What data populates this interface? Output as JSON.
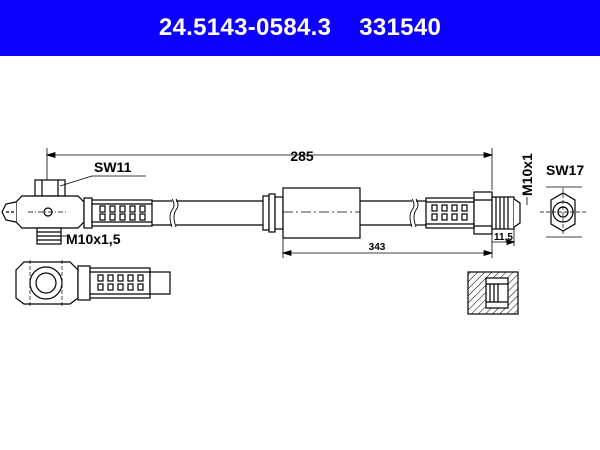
{
  "header": {
    "part_number": "24.5143-0584.3",
    "code": "331540",
    "background_color": "#0d00ff",
    "text_color": "#ffffff"
  },
  "dimensions": {
    "overall_length": "285",
    "bracket_length": "343",
    "thread_end_length": "11,5"
  },
  "labels": {
    "left_wrench": "SW11",
    "left_thread": "M10x1,5",
    "right_thread": "M10x1",
    "right_wrench": "SW17"
  }
}
